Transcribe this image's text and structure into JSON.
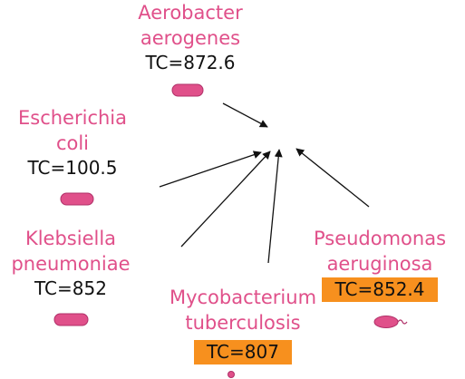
{
  "colors": {
    "species_text": "#e0508a",
    "bacterium_fill": "#e0508a",
    "highlight": "#f7901e",
    "arrow": "#111111"
  },
  "organisms": [
    {
      "name_line1": "Aerobacter",
      "name_line2": "aerogenes",
      "tc": "TC=872.6",
      "highlighted": false,
      "icon": "rod-bacterium-icon"
    },
    {
      "name_line1": "Escherichia",
      "name_line2": "coli",
      "tc": "TC=100.5",
      "highlighted": false,
      "icon": "rod-bacterium-icon"
    },
    {
      "name_line1": "Klebsiella",
      "name_line2": "pneumoniae",
      "tc": "TC=852",
      "highlighted": false,
      "icon": "rod-bacterium-icon"
    },
    {
      "name_line1": "Mycobacterium",
      "name_line2": "tuberculosis",
      "tc": "TC=807",
      "highlighted": true,
      "icon": "coccus-bacterium-icon"
    },
    {
      "name_line1": "Pseudomonas",
      "name_line2": "aeruginosa",
      "tc": "TC=852.4",
      "highlighted": true,
      "icon": "flagellated-bacterium-icon"
    }
  ]
}
